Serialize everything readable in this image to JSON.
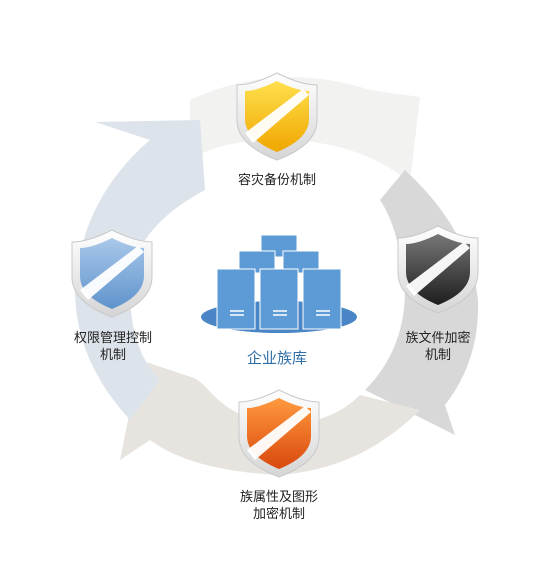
{
  "center": {
    "label": "企业族库"
  },
  "mechanisms": {
    "top": {
      "line1": "容灾备份机制",
      "line2": "",
      "color": "#f5c400"
    },
    "right": {
      "line1": "族文件加密",
      "line2": "机制",
      "color": "#333333"
    },
    "bottom": {
      "line1": "族属性及图形",
      "line2": "加密机制",
      "color": "#e9621c"
    },
    "left": {
      "line1": "权限管理控制",
      "line2": "机制",
      "color": "#6f9fd0"
    }
  },
  "colors": {
    "server": "#5d9bd6",
    "server_base": "#4a86c5",
    "arc_top": "#f1f1ef",
    "arc_right": "#d9d9d9",
    "arc_bottom": "#e6e3df",
    "arc_left": "#dde3ea"
  }
}
